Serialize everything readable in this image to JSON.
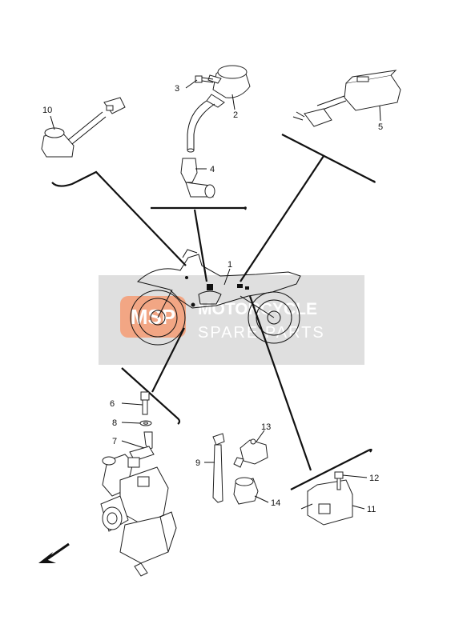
{
  "callouts": {
    "n1": "1",
    "n2": "2",
    "n3": "3",
    "n4": "4",
    "n5": "5",
    "n6": "6",
    "n7": "7",
    "n8": "8",
    "n9": "9",
    "n10": "10",
    "n11": "11",
    "n12": "12",
    "n13": "13",
    "n14": "14"
  },
  "watermark": {
    "badge": "MSP",
    "line1": "MOTORCYCLE",
    "line2": "SPARE PARTS",
    "badge_color": "#f4a07a",
    "panel_color": "#d9d9d9"
  },
  "icons": {
    "direction": "front-arrow-icon"
  }
}
